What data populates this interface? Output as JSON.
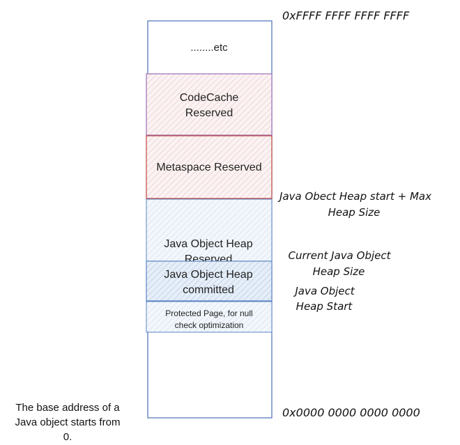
{
  "memory_map": {
    "top_address": "0xFFFF FFFF FFFF FFFF",
    "bottom_address": "0x0000 0000 0000 0000",
    "regions": {
      "etc": "........etc",
      "codecache_line1": "CodeCache",
      "codecache_line2": "Reserved",
      "metaspace": "Metaspace Reserved",
      "heap_reserved_line1": "Java Object Heap",
      "heap_reserved_line2": "Reserved",
      "heap_committed_line1": "Java Object Heap",
      "heap_committed_line2": "committed",
      "protected_line1": "Protected Page, for null",
      "protected_line2": "check optimization"
    },
    "annotations": {
      "heap_max_line1": "Java Obect Heap start + Max",
      "heap_max_line2": "Heap Size",
      "heap_current_line1": "Current Java Object",
      "heap_current_line2": "Heap Size",
      "heap_start_line1": "Java Object",
      "heap_start_line2": "Heap Start"
    },
    "note": {
      "line1": "The base address of a",
      "line2": "Java object starts from",
      "line3": "0."
    }
  },
  "colors": {
    "outline": "#4a6fb5",
    "codecache_border": "#9a6fb8",
    "metaspace_border": "#c0453c",
    "heap_border": "#5a84c4",
    "hatch_pink": "#f4dede",
    "hatch_blue": "#dbe6f3",
    "hatch_blue_dark": "#c6d6ec"
  }
}
